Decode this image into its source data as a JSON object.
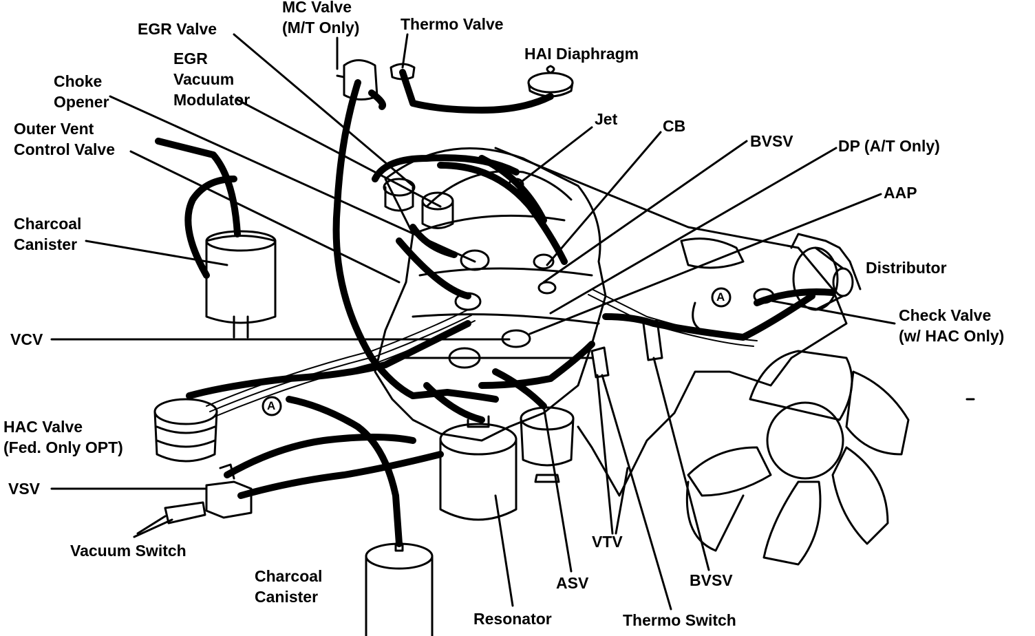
{
  "labels": {
    "mc_valve": [
      "MC Valve",
      "(M/T Only)"
    ],
    "thermo_valve": "Thermo Valve",
    "egr_valve": "EGR Valve",
    "hai_diaphragm": "HAI Diaphragm",
    "egr_vacuum_modulator": [
      "EGR",
      "Vacuum",
      "Modulator"
    ],
    "choke_opener": [
      "Choke",
      "Opener"
    ],
    "jet": "Jet",
    "cb": "CB",
    "bvsv_top": "BVSV",
    "outer_vent_control_valve": [
      "Outer Vent",
      "Control Valve"
    ],
    "dp": "DP (A/T Only)",
    "aap": "AAP",
    "charcoal_canister_left": [
      "Charcoal",
      "Canister"
    ],
    "distributor": "Distributor",
    "check_valve": [
      "Check Valve",
      "(w/ HAC Only)"
    ],
    "vcv": "VCV",
    "hac_valve": [
      "HAC Valve",
      "(Fed. Only OPT)"
    ],
    "vsv": "VSV",
    "vacuum_switch": "Vacuum Switch",
    "charcoal_canister_bottom": [
      "Charcoal",
      "Canister"
    ],
    "vtv": "VTV",
    "asv": "ASV",
    "bvsv_bottom": "BVSV",
    "resonator": "Resonator",
    "thermo_switch": "Thermo Switch"
  },
  "markers": {
    "circle_a": "A"
  }
}
